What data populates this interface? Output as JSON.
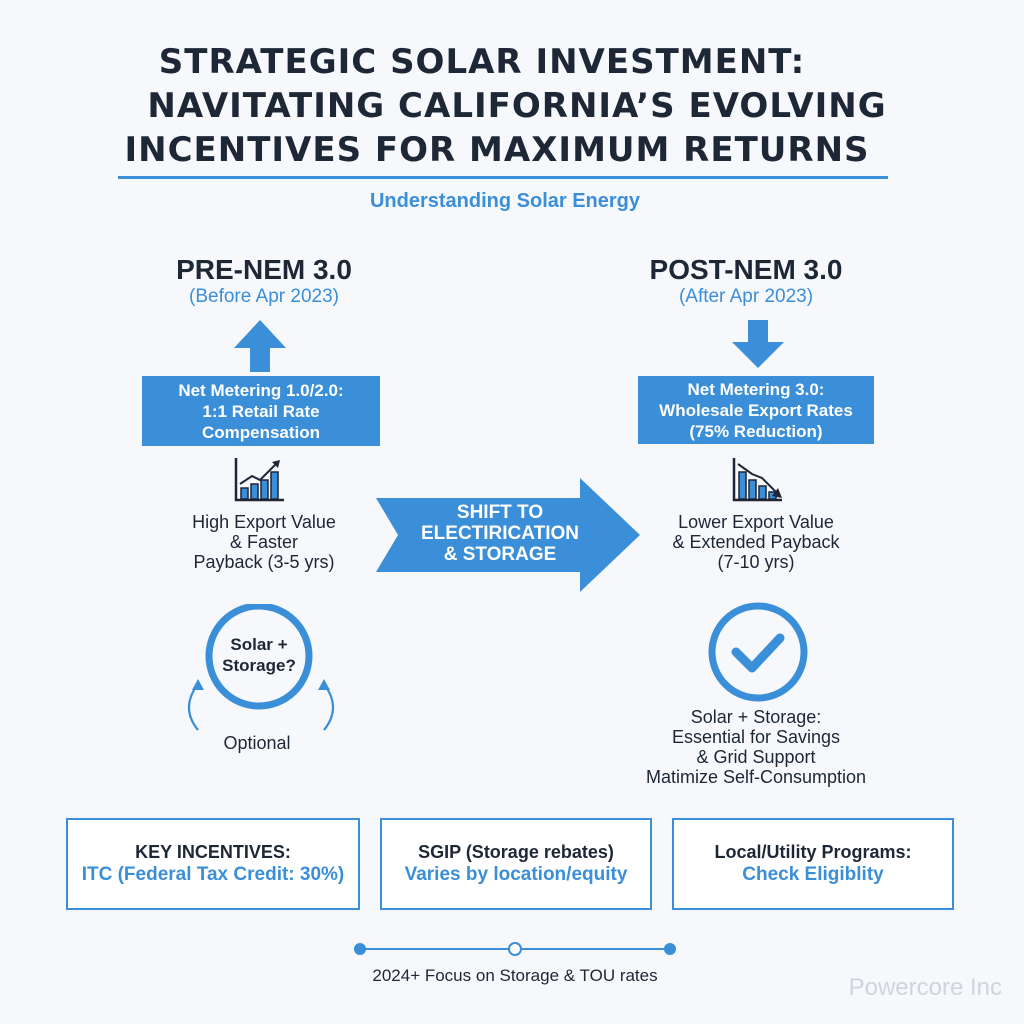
{
  "title": {
    "line1": "STRATEGIC SOLAR INVESTMENT:",
    "line2": "NAVITATING CALIFORNIA’S EVOLVING",
    "line3": "INCENTIVES FOR MAXIMUM RETURNS"
  },
  "subtitle": "Understanding Solar Energy",
  "pre": {
    "heading": "PRE-NEM 3.0",
    "date": "(Before Apr 2023)",
    "box": [
      "Net Metering 1.0/2.0:",
      "1:1 Retail Rate",
      "Compensation"
    ],
    "value": [
      "High Export Value",
      "& Faster",
      "Payback (3-5 yrs)"
    ],
    "circle": [
      "Solar +",
      "Storage?"
    ],
    "circle_caption": "Optional"
  },
  "shift": [
    "SHIFT TO",
    "ELECTIRICATION",
    "& STORAGE"
  ],
  "post": {
    "heading": "POST-NEM 3.0",
    "date": "(After Apr 2023)",
    "box": [
      "Net Metering 3.0:",
      "Wholesale Export Rates",
      "(75% Reduction)"
    ],
    "value": [
      "Lower Export Value",
      "& Extended Payback",
      "(7-10 yrs)"
    ],
    "caption": [
      "Solar + Storage:",
      "Essential for Savings",
      "& Grid Support",
      "Matimize Self-Consumption"
    ]
  },
  "cards": [
    {
      "line1": "KEY INCENTIVES:",
      "line2": "ITC (Federal Tax Credit: 30%)"
    },
    {
      "line1": "SGIP (Storage rebates)",
      "line2": "Varies by location/equity"
    },
    {
      "line1": "Local/Utility Programs:",
      "line2": "Check Eligiblity"
    }
  ],
  "timeline_caption": "2024+ Focus on Storage & TOU rates",
  "watermark": "Powercore Inc",
  "colors": {
    "accent": "#3b8ed8",
    "text": "#1e2736",
    "background": "#f6f8fb"
  }
}
